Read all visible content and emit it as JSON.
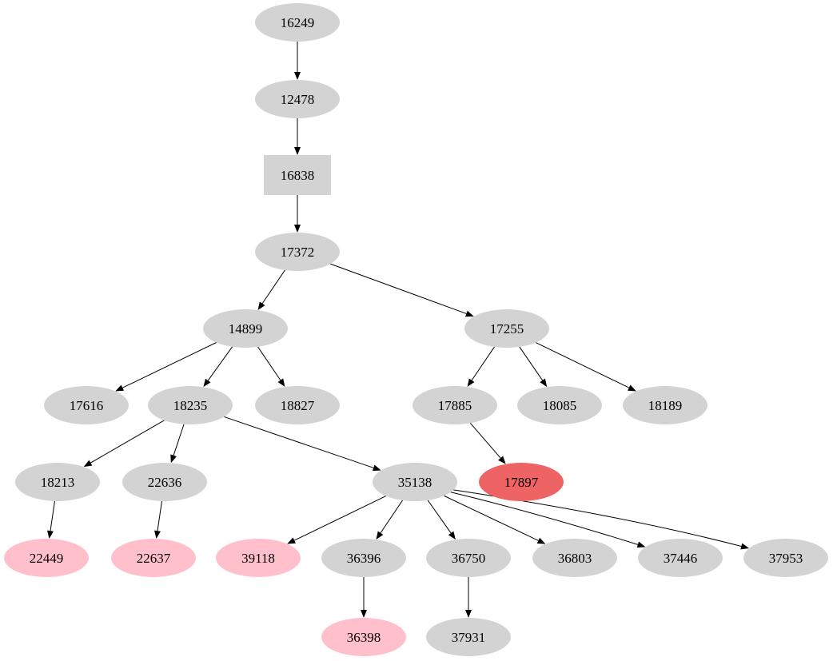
{
  "colors": {
    "default": "#d3d3d3",
    "pink": "#ffc0cb",
    "red": "#ee6363",
    "edge": "#000000"
  },
  "nodes": [
    {
      "id": "16249",
      "label": "16249",
      "shape": "ellipse",
      "color": "#d3d3d3"
    },
    {
      "id": "12478",
      "label": "12478",
      "shape": "ellipse",
      "color": "#d3d3d3"
    },
    {
      "id": "16838",
      "label": "16838",
      "shape": "box",
      "color": "#d3d3d3"
    },
    {
      "id": "17372",
      "label": "17372",
      "shape": "ellipse",
      "color": "#d3d3d3"
    },
    {
      "id": "14899",
      "label": "14899",
      "shape": "ellipse",
      "color": "#d3d3d3"
    },
    {
      "id": "17255",
      "label": "17255",
      "shape": "ellipse",
      "color": "#d3d3d3"
    },
    {
      "id": "17616",
      "label": "17616",
      "shape": "ellipse",
      "color": "#d3d3d3"
    },
    {
      "id": "18235",
      "label": "18235",
      "shape": "ellipse",
      "color": "#d3d3d3"
    },
    {
      "id": "18827",
      "label": "18827",
      "shape": "ellipse",
      "color": "#d3d3d3"
    },
    {
      "id": "17885",
      "label": "17885",
      "shape": "ellipse",
      "color": "#d3d3d3"
    },
    {
      "id": "18085",
      "label": "18085",
      "shape": "ellipse",
      "color": "#d3d3d3"
    },
    {
      "id": "18189",
      "label": "18189",
      "shape": "ellipse",
      "color": "#d3d3d3"
    },
    {
      "id": "18213",
      "label": "18213",
      "shape": "ellipse",
      "color": "#d3d3d3"
    },
    {
      "id": "22636",
      "label": "22636",
      "shape": "ellipse",
      "color": "#d3d3d3"
    },
    {
      "id": "35138",
      "label": "35138",
      "shape": "ellipse",
      "color": "#d3d3d3"
    },
    {
      "id": "17897",
      "label": "17897",
      "shape": "ellipse",
      "color": "#ee6363"
    },
    {
      "id": "22449",
      "label": "22449",
      "shape": "ellipse",
      "color": "#ffc0cb"
    },
    {
      "id": "22637",
      "label": "22637",
      "shape": "ellipse",
      "color": "#ffc0cb"
    },
    {
      "id": "39118",
      "label": "39118",
      "shape": "ellipse",
      "color": "#ffc0cb"
    },
    {
      "id": "36396",
      "label": "36396",
      "shape": "ellipse",
      "color": "#d3d3d3"
    },
    {
      "id": "36750",
      "label": "36750",
      "shape": "ellipse",
      "color": "#d3d3d3"
    },
    {
      "id": "36803",
      "label": "36803",
      "shape": "ellipse",
      "color": "#d3d3d3"
    },
    {
      "id": "37446",
      "label": "37446",
      "shape": "ellipse",
      "color": "#d3d3d3"
    },
    {
      "id": "37953",
      "label": "37953",
      "shape": "ellipse",
      "color": "#d3d3d3"
    },
    {
      "id": "36398",
      "label": "36398",
      "shape": "ellipse",
      "color": "#ffc0cb"
    },
    {
      "id": "37931",
      "label": "37931",
      "shape": "ellipse",
      "color": "#d3d3d3"
    }
  ],
  "edges": [
    [
      "16249",
      "12478"
    ],
    [
      "12478",
      "16838"
    ],
    [
      "16838",
      "17372"
    ],
    [
      "17372",
      "14899"
    ],
    [
      "17372",
      "17255"
    ],
    [
      "14899",
      "17616"
    ],
    [
      "14899",
      "18235"
    ],
    [
      "14899",
      "18827"
    ],
    [
      "17255",
      "17885"
    ],
    [
      "17255",
      "18085"
    ],
    [
      "17255",
      "18189"
    ],
    [
      "18235",
      "18213"
    ],
    [
      "18235",
      "22636"
    ],
    [
      "18235",
      "35138"
    ],
    [
      "17885",
      "17897"
    ],
    [
      "18213",
      "22449"
    ],
    [
      "22636",
      "22637"
    ],
    [
      "35138",
      "39118"
    ],
    [
      "35138",
      "36396"
    ],
    [
      "35138",
      "36750"
    ],
    [
      "35138",
      "36803"
    ],
    [
      "35138",
      "37446"
    ],
    [
      "35138",
      "37953"
    ],
    [
      "36396",
      "36398"
    ],
    [
      "36750",
      "37931"
    ]
  ]
}
